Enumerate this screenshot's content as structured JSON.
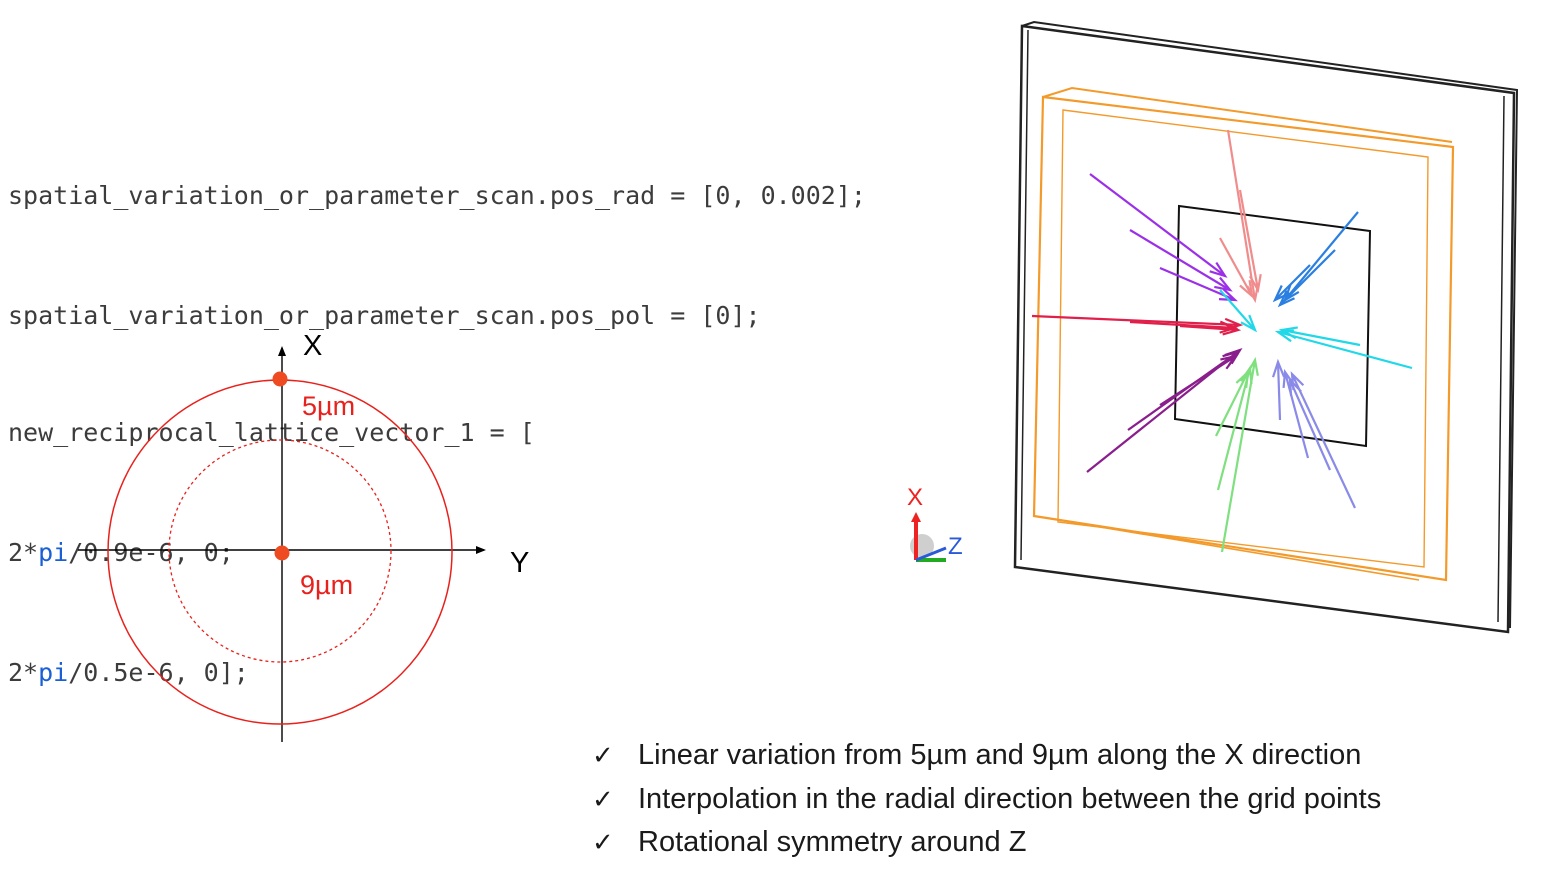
{
  "code": {
    "lines": [
      "spatial_variation_or_parameter_scan.pos_rad = [0, 0.002];",
      "spatial_variation_or_parameter_scan.pos_pol = [0];",
      "new_reciprocal_lattice_vector_1 = ["
    ],
    "line4": {
      "pre": "2*",
      "kw": "pi",
      "post": "/0.9e-6, 0;"
    },
    "line5": {
      "pre": "2*",
      "kw": "pi",
      "post": "/0.5e-6, 0];"
    }
  },
  "circle_diagram": {
    "axis_x_label": "X",
    "axis_y_label": "Y",
    "outer_label": "5µm",
    "center_label": "9µm",
    "color": "#e8211c"
  },
  "view3d": {
    "triad_x_label": "X",
    "triad_z_label": "Z"
  },
  "bullets": [
    "Linear variation from 5µm and 9µm along the X direction",
    "Interpolation in the radial direction between the grid points",
    "Rotational symmetry around Z"
  ],
  "check_glyph": "✓"
}
